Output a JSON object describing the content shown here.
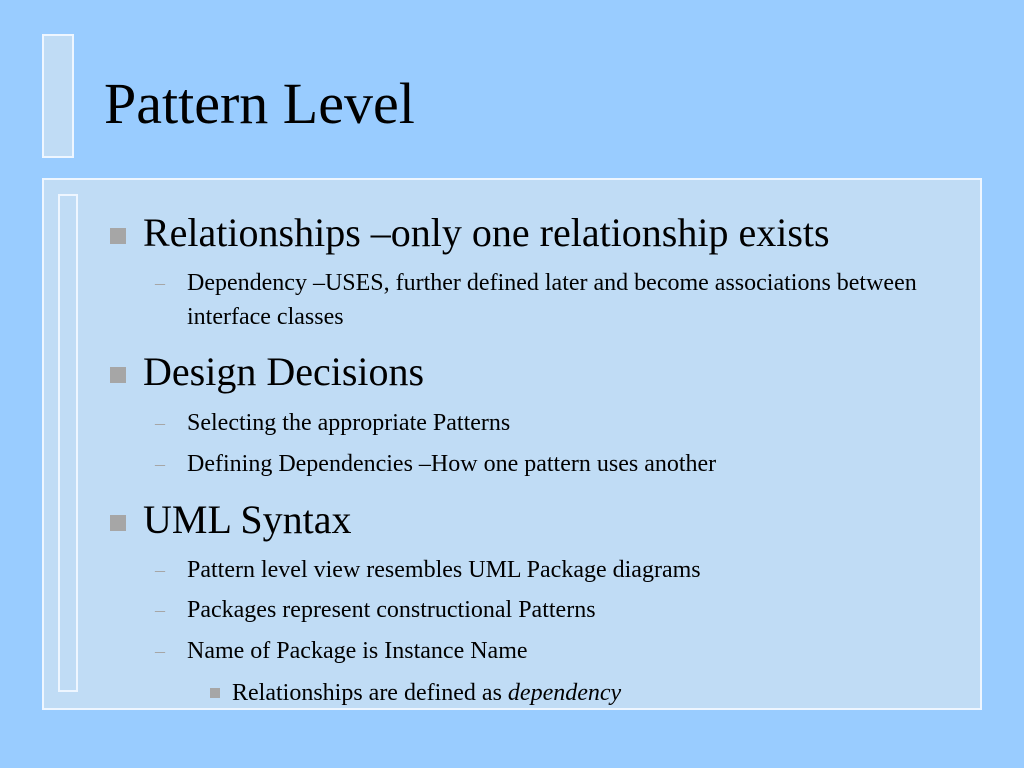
{
  "slide": {
    "title": "Pattern Level",
    "sections": [
      {
        "heading": "Relationships –only one relationship exists",
        "items": [
          "Dependency –USES, further defined later and become associations between interface classes"
        ]
      },
      {
        "heading": "Design Decisions",
        "items": [
          "Selecting the appropriate Patterns",
          "Defining Dependencies –How one pattern uses another"
        ]
      },
      {
        "heading": "UML Syntax",
        "items": [
          "Pattern level view resembles UML Package diagrams",
          "Packages represent constructional Patterns",
          "Name of Package is Instance Name"
        ],
        "subitem": {
          "text": "Relationships are defined as ",
          "emphasis": "dependency"
        }
      }
    ],
    "sub_marker": "–"
  },
  "colors": {
    "background": "#99ccff",
    "panel": "#c0dcf5",
    "bullet": "#a6a6a6"
  }
}
